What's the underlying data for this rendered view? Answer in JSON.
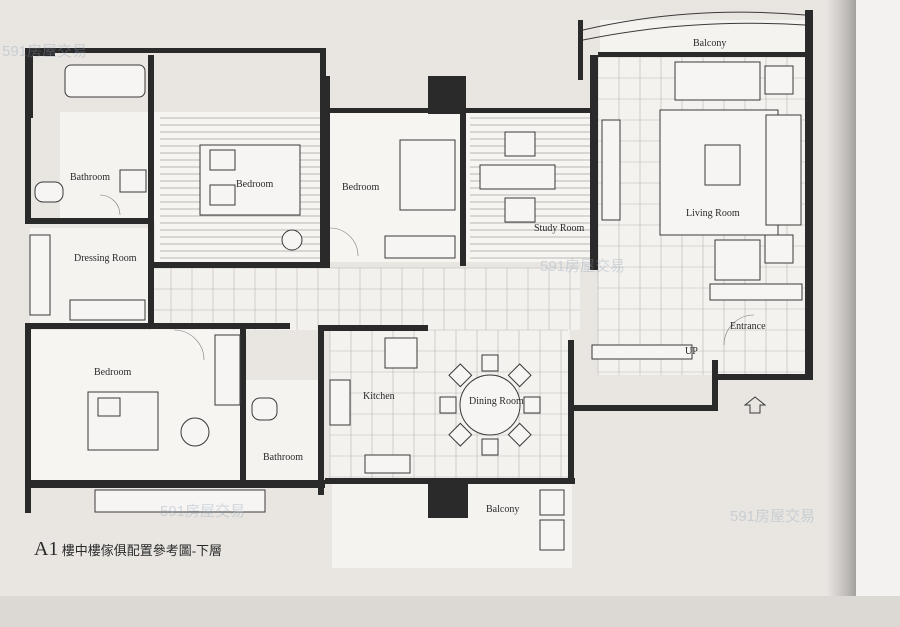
{
  "rooms": {
    "bathroom_top": "Bathroom",
    "bedroom_master": "Bedroom",
    "bedroom_2": "Bedroom",
    "study": "Study Room",
    "living": "Living Room",
    "balcony_top": "Balcony",
    "dressing": "Dressing Room",
    "entrance": "Entrance",
    "up": "UP",
    "bedroom_3": "Bedroom",
    "kitchen": "Kitchen",
    "dining": "Dining Room",
    "bathroom_bottom": "Bathroom",
    "balcony_bottom": "Balcony"
  },
  "caption": {
    "unit": "A1",
    "text": "樓中樓傢俱配置參考圖-下層"
  },
  "watermark": "591房屋交易",
  "colors": {
    "wall": "#2b2a2a",
    "paper": "#e9e6e2",
    "grid": "#b9b6b3"
  }
}
